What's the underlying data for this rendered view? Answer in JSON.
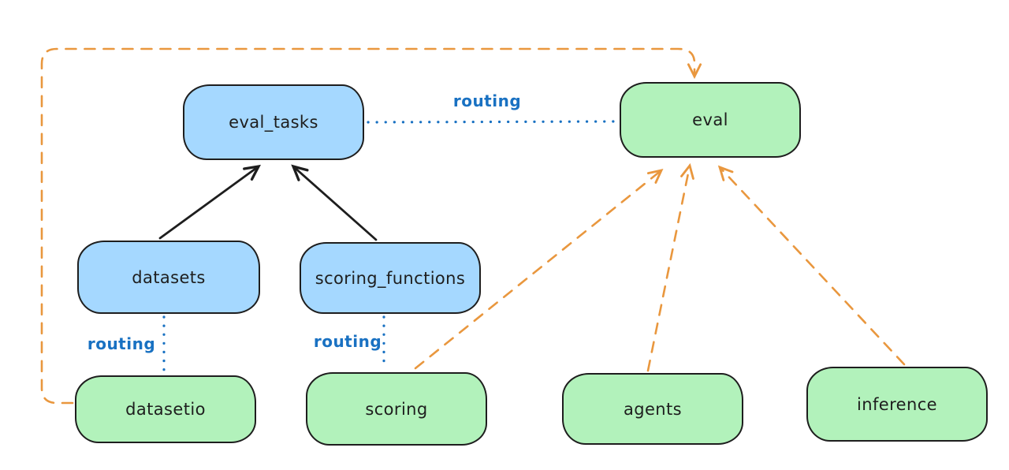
{
  "diagram": {
    "nodes": [
      {
        "id": "eval_tasks",
        "label": "eval_tasks",
        "color": "#a5d8ff",
        "kind": "resource"
      },
      {
        "id": "eval",
        "label": "eval",
        "color": "#b2f2bb",
        "kind": "api"
      },
      {
        "id": "datasets",
        "label": "datasets",
        "color": "#a5d8ff",
        "kind": "resource"
      },
      {
        "id": "scoring_functions",
        "label": "scoring_functions",
        "color": "#a5d8ff",
        "kind": "resource"
      },
      {
        "id": "datasetio",
        "label": "datasetio",
        "color": "#b2f2bb",
        "kind": "api"
      },
      {
        "id": "scoring",
        "label": "scoring",
        "color": "#b2f2bb",
        "kind": "api"
      },
      {
        "id": "agents",
        "label": "agents",
        "color": "#b2f2bb",
        "kind": "api"
      },
      {
        "id": "inference",
        "label": "inference",
        "color": "#b2f2bb",
        "kind": "api"
      }
    ],
    "edges": [
      {
        "from": "datasets",
        "to": "eval_tasks",
        "style": "solid-arrow",
        "color": "#1e1e1e",
        "label": ""
      },
      {
        "from": "scoring_functions",
        "to": "eval_tasks",
        "style": "solid-arrow",
        "color": "#1e1e1e",
        "label": ""
      },
      {
        "from": "eval_tasks",
        "to": "eval",
        "style": "dotted",
        "color": "#1971c2",
        "label": "routing"
      },
      {
        "from": "datasets",
        "to": "datasetio",
        "style": "dotted",
        "color": "#1971c2",
        "label": "routing"
      },
      {
        "from": "scoring_functions",
        "to": "scoring",
        "style": "dotted",
        "color": "#1971c2",
        "label": "routing"
      },
      {
        "from": "datasetio",
        "to": "eval",
        "style": "dashed-arrow",
        "color": "#e9973e",
        "label": ""
      },
      {
        "from": "scoring",
        "to": "eval",
        "style": "dashed-arrow",
        "color": "#e9973e",
        "label": ""
      },
      {
        "from": "agents",
        "to": "eval",
        "style": "dashed-arrow",
        "color": "#e9973e",
        "label": ""
      },
      {
        "from": "inference",
        "to": "eval",
        "style": "dashed-arrow",
        "color": "#e9973e",
        "label": ""
      }
    ],
    "colors": {
      "background": "#ffffff",
      "node_fill_blue": "#a5d8ff",
      "node_fill_green": "#b2f2bb",
      "node_stroke": "#1e1e1e",
      "edge_black": "#1e1e1e",
      "edge_orange": "#e9973e",
      "edge_blue": "#1971c2"
    }
  }
}
